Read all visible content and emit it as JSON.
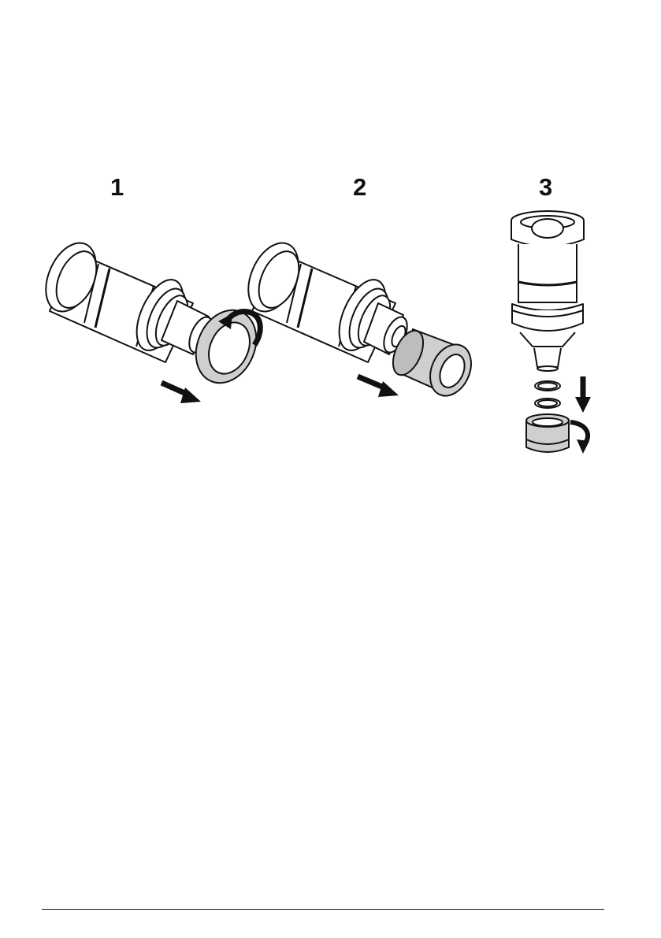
{
  "steps": [
    {
      "number": "1"
    },
    {
      "number": "2"
    },
    {
      "number": "3"
    }
  ],
  "colors": {
    "line": "#111111",
    "fill_light": "#ffffff",
    "fill_gray": "#cfcfcf",
    "fill_mid": "#bdbdbd"
  },
  "icons": [
    "rotate-arrow-icon",
    "straight-arrow-icon"
  ]
}
